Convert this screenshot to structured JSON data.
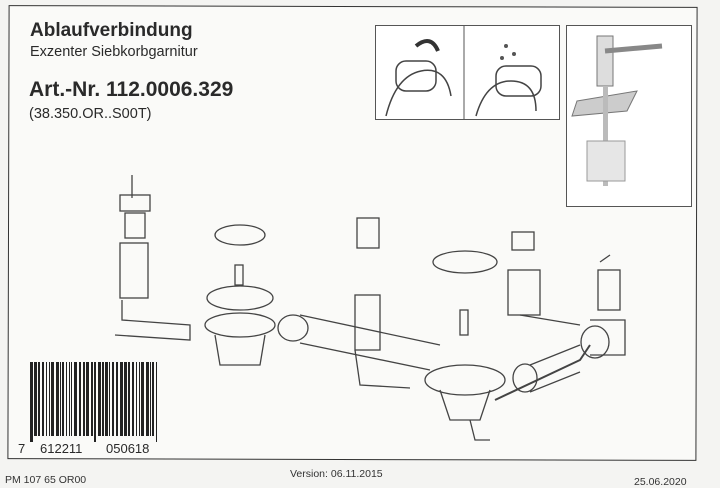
{
  "header": {
    "title": "Ablaufverbindung",
    "subtitle": "Exzenter Siebkorbgarnitur",
    "article_number": "Art.-Nr. 112.0006.329",
    "variant_code": "(38.350.OR..S00T)"
  },
  "barcode": {
    "first_digit": "7",
    "left_group": "612211",
    "right_group": "050618"
  },
  "footer": {
    "doc_code": "PM 107 65  OR00",
    "version": "Version: 06.11.2015",
    "date": "25.06.2020"
  }
}
